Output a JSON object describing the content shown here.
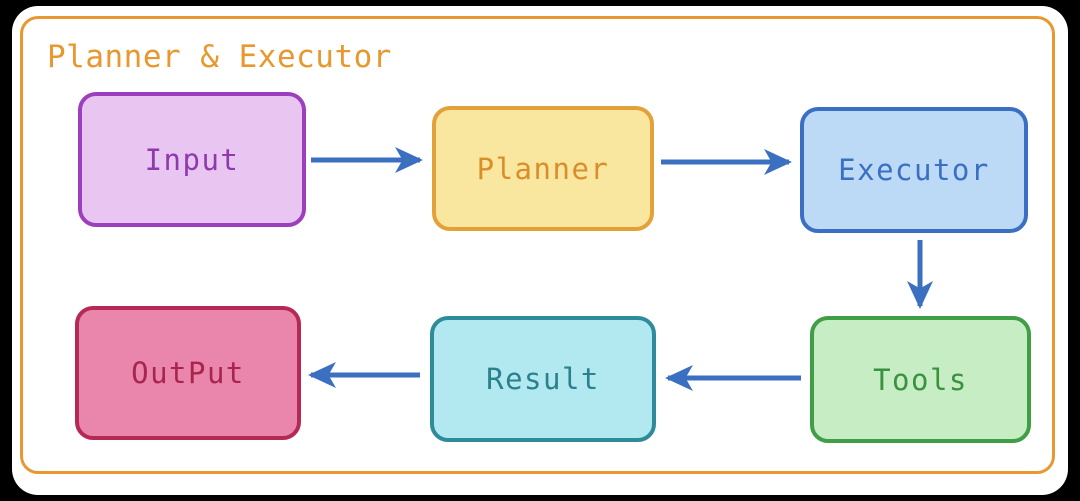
{
  "diagram": {
    "subgraph": {
      "title": "Planner & Executor",
      "border_color": "#e8982e",
      "title_color": "#e8982e"
    },
    "background_color": "#000000",
    "panel_color": "#ffffff",
    "edge_color": "#3b6fc0",
    "nodes": [
      {
        "id": "input",
        "label": "Input",
        "fill": "#e9c6f2",
        "stroke": "#9c3fbf",
        "text_color": "#8e3aad"
      },
      {
        "id": "planner",
        "label": "Planner",
        "fill": "#fae79f",
        "stroke": "#e3a13a",
        "text_color": "#d98e2b"
      },
      {
        "id": "executor",
        "label": "Executor",
        "fill": "#bcdaf6",
        "stroke": "#3a6fc4",
        "text_color": "#3a6fc4"
      },
      {
        "id": "output",
        "label": "OutPut",
        "fill": "#ea86ab",
        "stroke": "#b52a55",
        "text_color": "#a8264d"
      },
      {
        "id": "result",
        "label": "Result",
        "fill": "#b2e9f0",
        "stroke": "#2e8b9a",
        "text_color": "#2b808e"
      },
      {
        "id": "tools",
        "label": "Tools",
        "fill": "#c6edc4",
        "stroke": "#3f9e46",
        "text_color": "#3a913f"
      }
    ],
    "edges": [
      {
        "id": "edge-input-planner",
        "from": "Input",
        "to": "Planner",
        "direction": "right"
      },
      {
        "id": "edge-planner-executor",
        "from": "Planner",
        "to": "Executor",
        "direction": "right"
      },
      {
        "id": "edge-executor-tools",
        "from": "Executor",
        "to": "Tools",
        "direction": "down"
      },
      {
        "id": "edge-tools-result",
        "from": "Tools",
        "to": "Result",
        "direction": "left"
      },
      {
        "id": "edge-result-output",
        "from": "Result",
        "to": "OutPut",
        "direction": "left"
      }
    ]
  }
}
